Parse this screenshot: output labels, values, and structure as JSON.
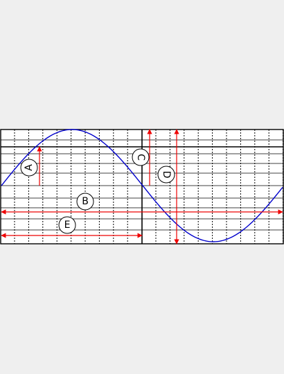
{
  "diagram": {
    "colors": {
      "background": "#efefef",
      "grid_background": "#ffffff",
      "grid_line": "#000000",
      "wave": "#0000cc",
      "arrow": "#ee0000",
      "label_fill": "#ffffff"
    },
    "labels": {
      "a": "A",
      "b": "B",
      "c": "C",
      "d": "D",
      "e": "E"
    }
  }
}
